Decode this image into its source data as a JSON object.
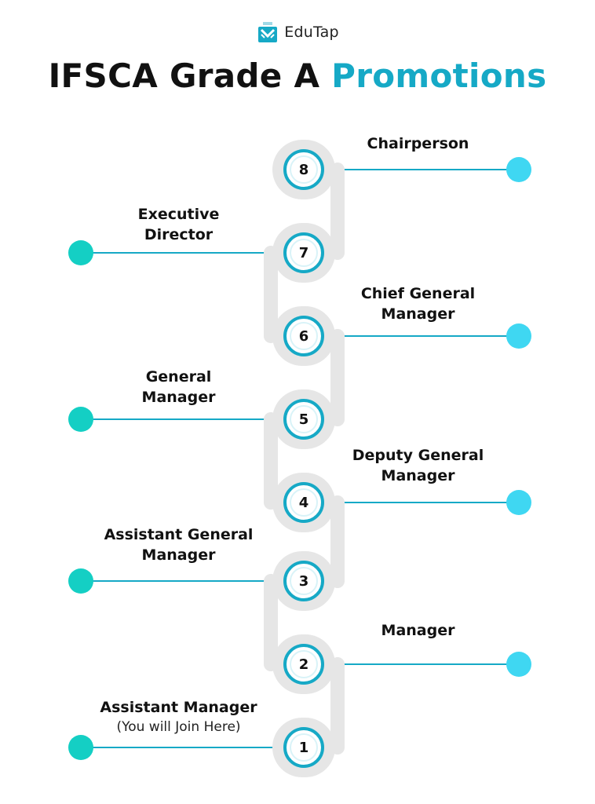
{
  "brand": {
    "name": "EduTap",
    "logo_icon": "edutap-logo-icon"
  },
  "title": {
    "main": "IFSCA Grade A ",
    "accent": "Promotions"
  },
  "colors": {
    "accent": "#16a9c6",
    "track": "#e6e6e6",
    "left_dot": "#14cfc4",
    "right_dot": "#3fd7f2"
  },
  "levels": [
    {
      "number": "1",
      "title": "Assistant Manager",
      "note": "(You will Join Here)",
      "side": "left"
    },
    {
      "number": "2",
      "title": "Manager",
      "note": "",
      "side": "right"
    },
    {
      "number": "3",
      "title": "Assistant General Manager",
      "note": "",
      "side": "left"
    },
    {
      "number": "4",
      "title": "Deputy General Manager",
      "note": "",
      "side": "right"
    },
    {
      "number": "5",
      "title": "General Manager",
      "note": "",
      "side": "left"
    },
    {
      "number": "6",
      "title": "Chief General Manager",
      "note": "",
      "side": "right"
    },
    {
      "number": "7",
      "title": "Executive Director",
      "note": "",
      "side": "left"
    },
    {
      "number": "8",
      "title": "Chairperson",
      "note": "",
      "side": "right"
    }
  ]
}
